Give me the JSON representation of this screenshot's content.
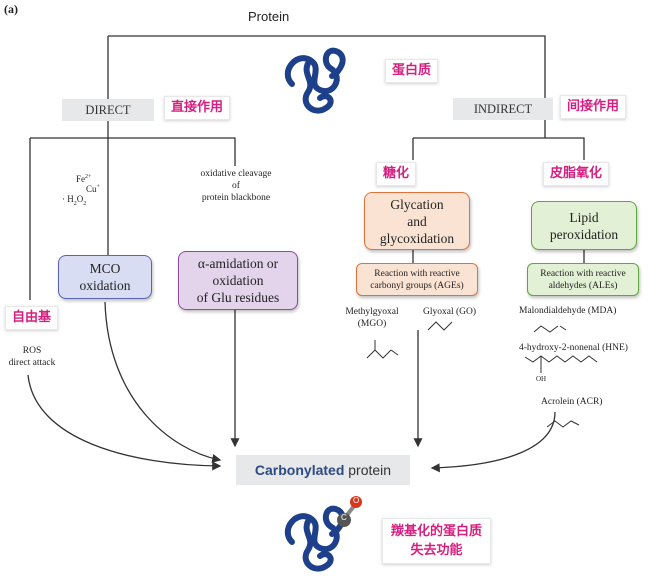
{
  "panel_label": "(a)",
  "protein": {
    "title": "Protein",
    "cn": "蛋白质"
  },
  "direct": {
    "label": "DIRECT",
    "cn": "直接作用"
  },
  "indirect": {
    "label": "INDIRECT",
    "cn": "间接作用"
  },
  "metals": {
    "fe": "Fe",
    "fe_sup": "2+",
    "cu": "Cu",
    "cu_sup": "+",
    "h2o2": "H",
    "h2o2_sub": "2",
    "h2o2_o": "O",
    "h2o2_sub2": "2"
  },
  "oxidative_cleavage": [
    "oxidative cleavage",
    "of",
    "protein blackbone"
  ],
  "mco": [
    "MCO",
    "oxidation"
  ],
  "amidation": [
    "α-amidation or",
    "oxidation",
    "of Glu residues"
  ],
  "free_radical": {
    "cn": "自由基"
  },
  "ros": [
    "ROS",
    "direct attack"
  ],
  "glycation": {
    "cn": "糖化",
    "lines": [
      "Glycation",
      "and",
      "glycoxidation"
    ]
  },
  "ages": [
    "Reaction with reactive",
    "carbonyl groups (AGEs)"
  ],
  "lipid": {
    "cn": "皮脂氧化",
    "lines": [
      "Lipid",
      "peroxidation"
    ]
  },
  "ales": [
    "Reaction with reactive",
    "aldehydes (ALEs)"
  ],
  "mgo": [
    "Methylgyoxal",
    "(MGO)"
  ],
  "go": "Glyoxal (GO)",
  "mda": "Malondialdehyde (MDA)",
  "hne": "4-hydroxy-2-nonenal (HNE)",
  "oh_label": "OH",
  "acr": "Acrolein (ACR)",
  "carbonylated": {
    "bold": "Carbonylated",
    "rest": "protein"
  },
  "carbonyl_atoms": {
    "c": "C",
    "o": "O"
  },
  "loss": {
    "cn": [
      "羰基化的蛋白质",
      "失去功能"
    ]
  },
  "colors": {
    "accent_cjk": "#d6207f",
    "mco_fill": "#d9ddf3",
    "mco_border": "#5c63b0",
    "amid_fill": "#e3d4ec",
    "amid_border": "#8a4ba1",
    "glyc_fill": "#fbe3d3",
    "glyc_border": "#e0733c",
    "lipid_fill": "#e2f0d6",
    "lipid_border": "#5fa540",
    "protein_coil": "#1e3f8a"
  }
}
